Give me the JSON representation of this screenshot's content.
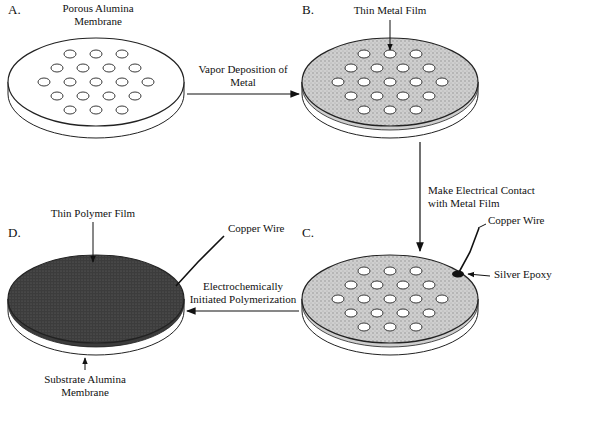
{
  "diagram": {
    "nodes": [
      {
        "text": [
          "A.",
          "Porous Alumina Membrane"
        ]
      },
      {
        "text": [
          "B.",
          "Thin Metal Film"
        ]
      },
      {
        "text": [
          "C."
        ]
      },
      {
        "text": [
          "D.",
          "Thin Polymer Film"
        ]
      }
    ],
    "edges": [
      {
        "from": 0,
        "to": 1,
        "arrow": "to",
        "label": "Vapor Deposition of Metal"
      },
      {
        "from": 1,
        "to": 2,
        "arrow": "to",
        "label": "Make Electrical Contact with Metal Film"
      },
      {
        "from": 2,
        "to": 3,
        "arrow": "to",
        "label": "Electrochemically Initiated Polymerization"
      }
    ],
    "labels": [
      "Copper Wire",
      "Silver Epoxy",
      "Copper Wire",
      "Substrate Alumina Membrane"
    ]
  }
}
